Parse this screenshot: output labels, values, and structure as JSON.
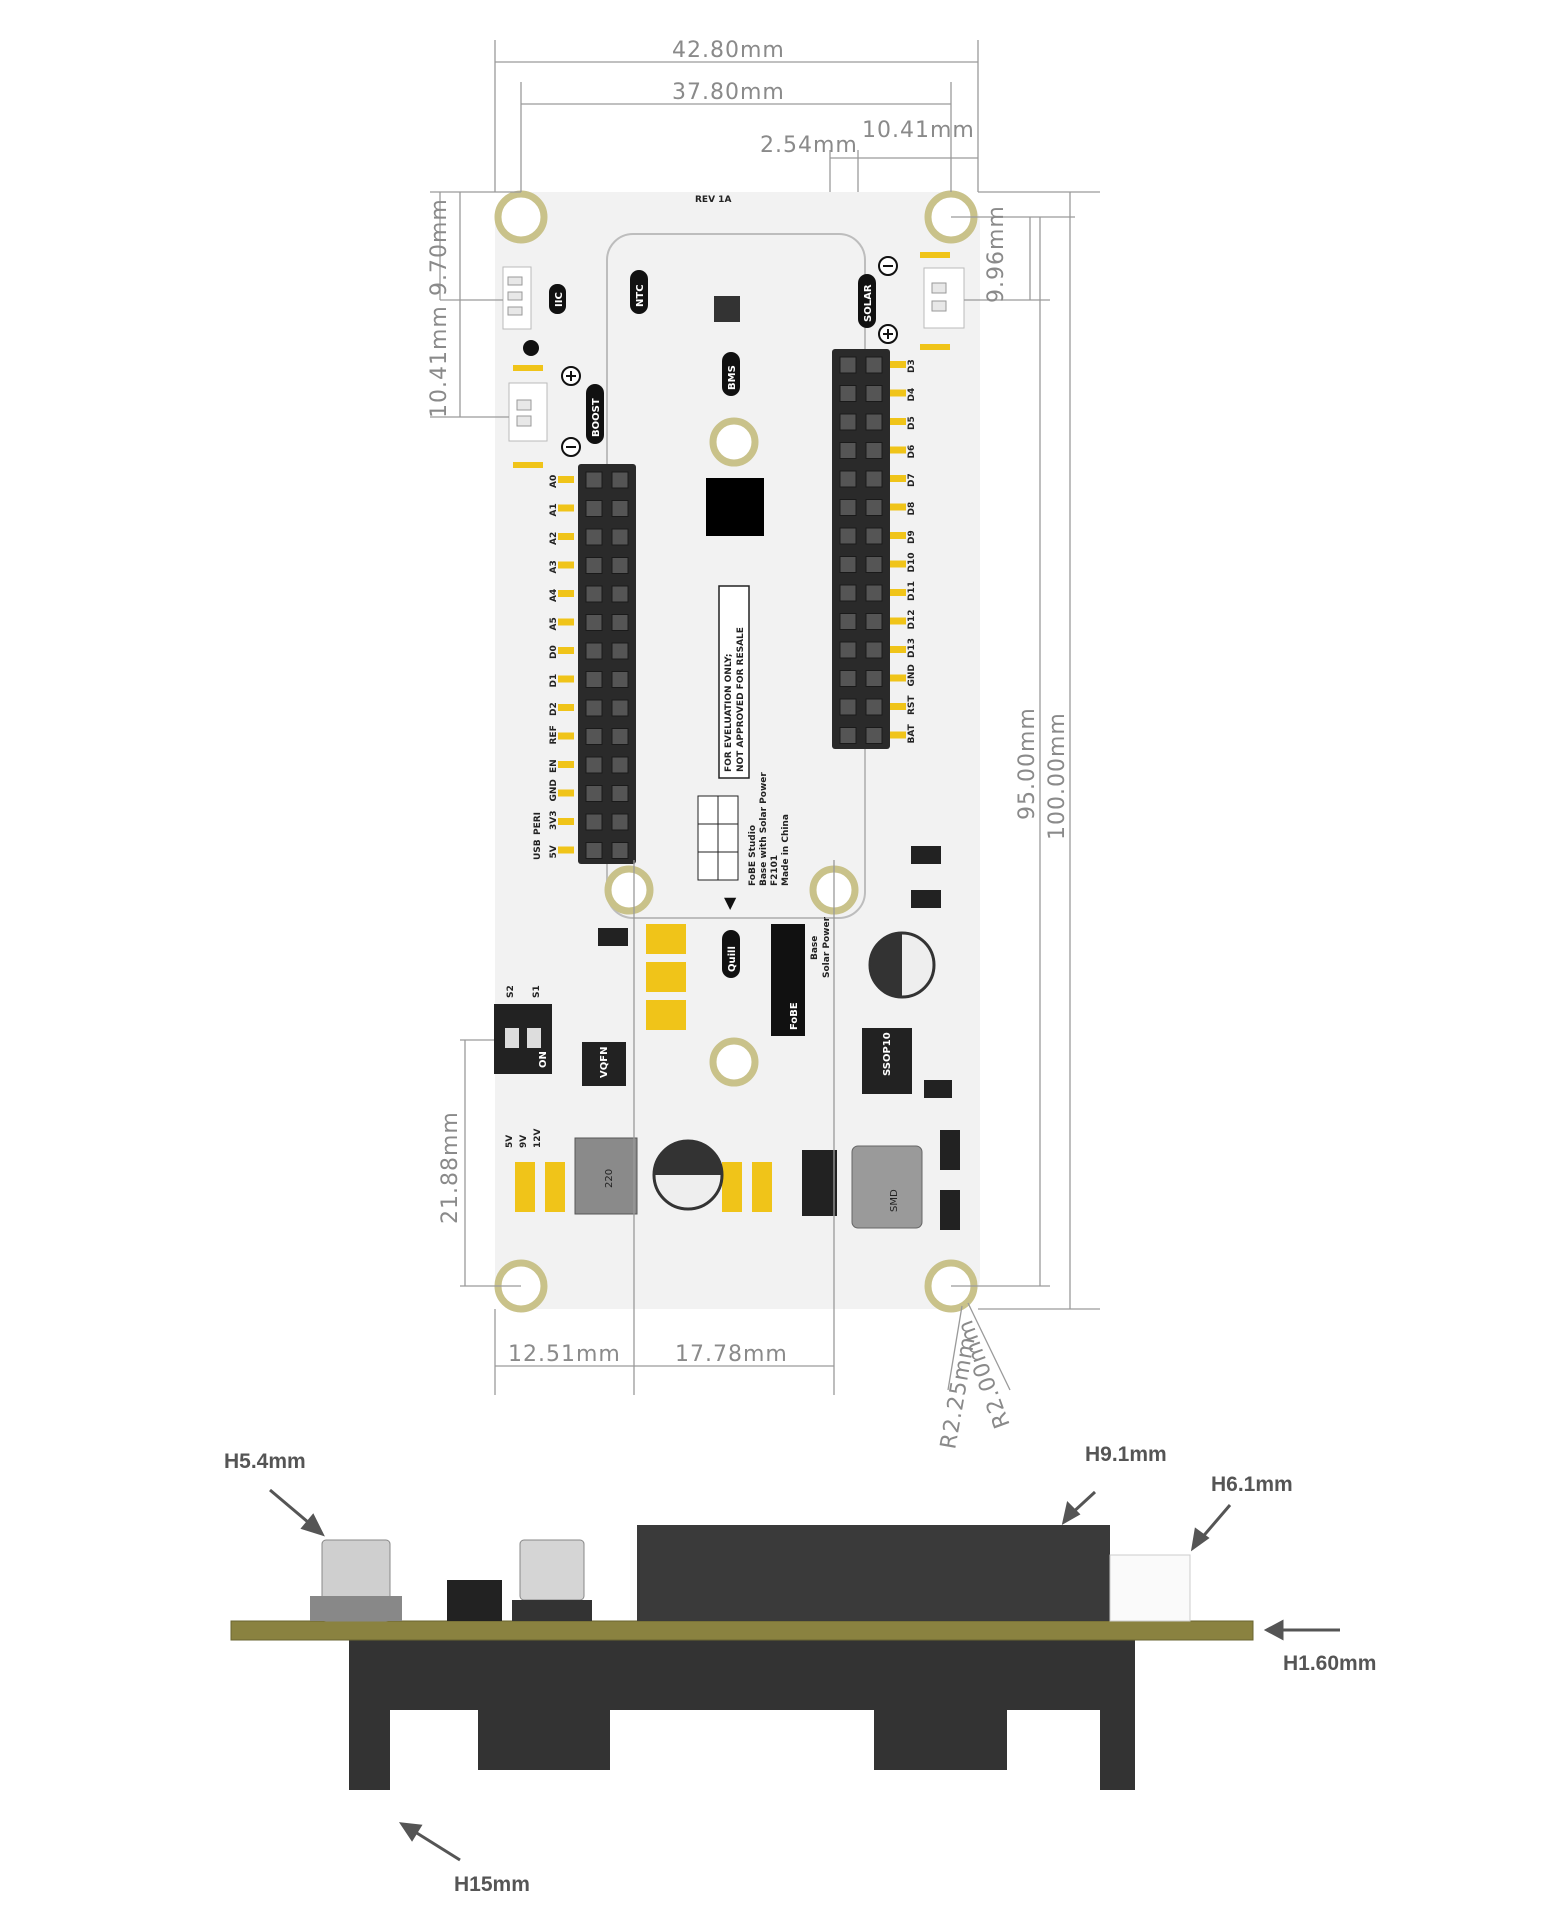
{
  "dimensions": {
    "board_width": "42.80mm",
    "hole_spacing_x": "37.80mm",
    "pin_pitch": "2.54mm",
    "offset_right": "10.41mm",
    "hole_offset_top_left": "9.70mm",
    "connector_offset_left": "10.41mm",
    "hole_offset_top_right": "9.96mm",
    "hole_spacing_y": "95.00mm",
    "board_height": "100.00mm",
    "bottom_hole_height": "21.88mm",
    "left_to_header": "12.51mm",
    "header_spacing": "17.78mm",
    "radius_outer": "R2.25mm",
    "radius_inner": "R2.00mm"
  },
  "silkscreen": {
    "left_pins": [
      "A0",
      "A1",
      "A2",
      "A3",
      "A4",
      "A5",
      "D0",
      "D1",
      "D2",
      "REF",
      "EN",
      "GND",
      "3V3",
      "5V"
    ],
    "left_pin_extra": [
      "PERI",
      "USB"
    ],
    "right_pins": [
      "D3",
      "D4",
      "D5",
      "D6",
      "D7",
      "D8",
      "D9",
      "D10",
      "D11",
      "D12",
      "D13",
      "GND",
      "RST",
      "BAT"
    ],
    "rev": "REV 1A",
    "iic": "IIC",
    "boost": "BOOST",
    "ntc": "NTC",
    "bms": "BMS",
    "solar": "SOLAR",
    "quill": "Quill",
    "eval_line1": "FOR EVELUATION ONLY;",
    "eval_line2": "NOT APPROVED FOR RESALE",
    "product_lines": [
      "FoBE Studio",
      "Base with Solar Power",
      "F2101",
      "Made in China"
    ],
    "logo_text": "FoBE",
    "logo_sub1": "Base",
    "logo_sub2": "Solar Power",
    "switch_s1": "S1",
    "switch_s2": "S2",
    "switch_on": "ON",
    "voltage_options": [
      "5V",
      "9V",
      "12V"
    ],
    "inductor_label": "220",
    "smd_label": "SMD",
    "ic_label": "SSOP10",
    "chip_label": "VQFN"
  },
  "side_view": {
    "h_cap": "H5.4mm",
    "h_header": "H9.1mm",
    "h_connector": "H6.1mm",
    "h_pcb": "H1.60mm",
    "h_battery": "H15mm"
  },
  "colors": {
    "board": "#f2f2f2",
    "pad_gold": "#f0c419",
    "hole_ring": "#c9c28a",
    "header_black": "#2a2a2a",
    "pcb_side": "#8a8240",
    "battery_holder": "#333333"
  }
}
